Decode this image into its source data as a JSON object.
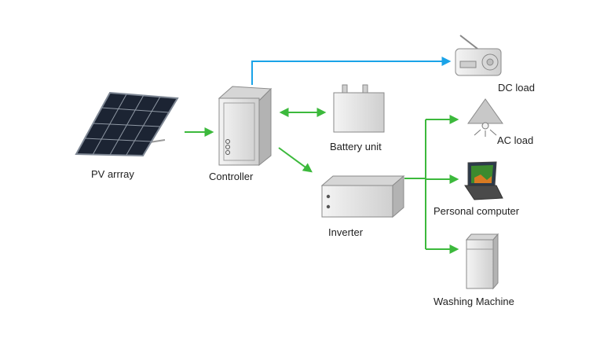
{
  "labels": {
    "pv_array": "PV arrray",
    "controller": "Controller",
    "battery": "Battery unit",
    "inverter": "Inverter",
    "dc_load": "DC load",
    "ac_load": "AC load",
    "computer": "Personal computer",
    "washer": "Washing Machine"
  },
  "colors": {
    "dc_link": "#1aa3e8",
    "ac_link": "#3cb93c",
    "equipment_body": "#e4e4e4",
    "equipment_edge": "#8a8a8a",
    "panel_cell": "#1c2433"
  }
}
